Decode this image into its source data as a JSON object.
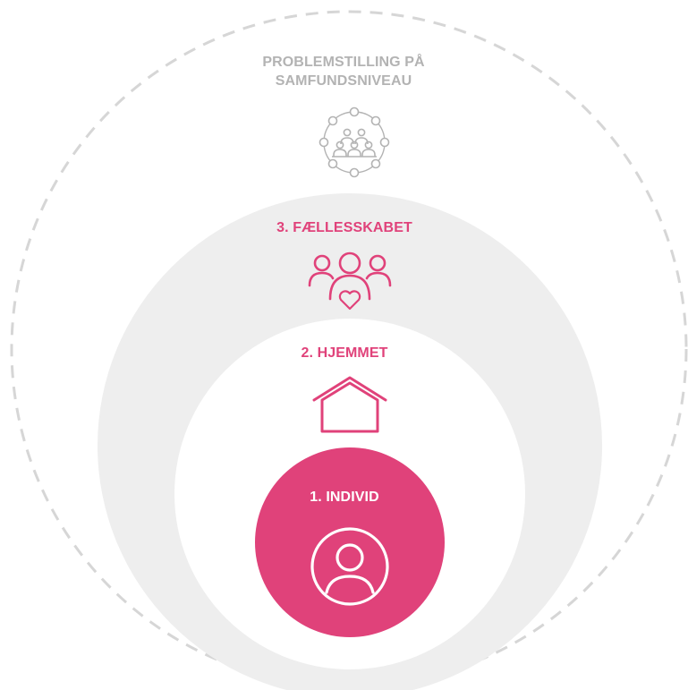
{
  "colors": {
    "accent": "#e0427a",
    "society_gray": "#b3b3b3",
    "ring_fill": "#eeeeee",
    "ring_dash": "#d6d6d6",
    "white": "#ffffff"
  },
  "levels": {
    "society": {
      "line1": "PROBLEMSTILLING PÅ",
      "line2": "SAMFUNDSNIVEAU",
      "icon": "society-network-icon"
    },
    "community": {
      "label": "3. FÆLLESSKABET",
      "icon": "community-people-heart-icon"
    },
    "home": {
      "label": "2. HJEMMET",
      "icon": "house-icon"
    },
    "individual": {
      "label": "1. INDIVID",
      "icon": "person-circle-icon"
    }
  }
}
